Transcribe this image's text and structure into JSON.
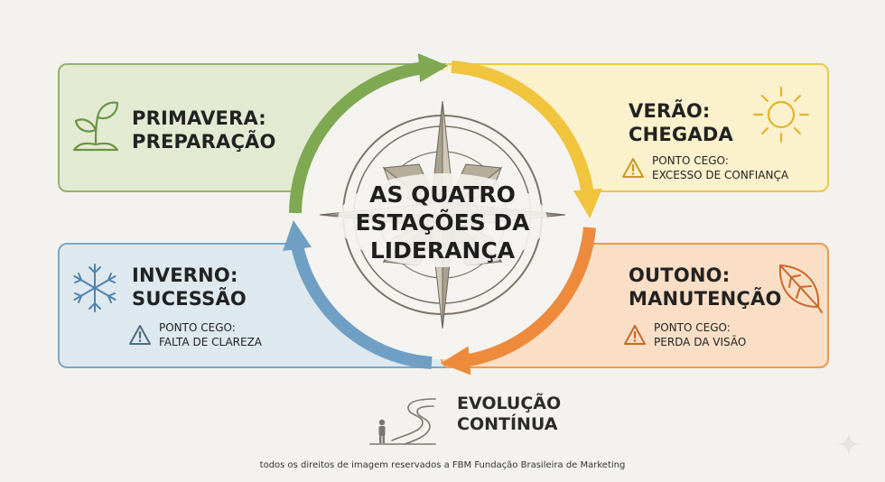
{
  "center": {
    "title_line1": "AS QUATRO",
    "title_line2": "ESTAÇÕES DA",
    "title_line3": "LIDERANÇA"
  },
  "seasons": {
    "spring": {
      "title_line1": "PRIMAVERA:",
      "title_line2": "PREPARAÇÃO",
      "icon": "sprout-icon",
      "color": "#7ea852"
    },
    "summer": {
      "title_line1": "VERÃO:",
      "title_line2": "CHEGADA",
      "blind_spot_label": "PONTO CEGO:",
      "blind_spot_value": "EXCESSO DE CONFIANÇA",
      "icon": "sun-icon",
      "color": "#f0c43c"
    },
    "winter": {
      "title_line1": "INVERNO:",
      "title_line2": "SUCESSÃO",
      "blind_spot_label": "PONTO CEGO:",
      "blind_spot_value": "FALTA DE CLAREZA",
      "icon": "snowflake-icon",
      "color": "#6f9fc4"
    },
    "autumn": {
      "title_line1": "OUTONO:",
      "title_line2": "MANUTENÇÃO",
      "blind_spot_label": "PONTO CEGO:",
      "blind_spot_value": "PERDA DA VISÃO",
      "icon": "leaf-icon",
      "color": "#ee8a3c"
    }
  },
  "evolution": {
    "line1": "EVOLUÇÃO",
    "line2": "CONTÍNUA",
    "icon": "winding-path-icon"
  },
  "footer": {
    "note": "todos os direitos de imagem reservados a FBM Fundação Brasileira de Marketing"
  }
}
